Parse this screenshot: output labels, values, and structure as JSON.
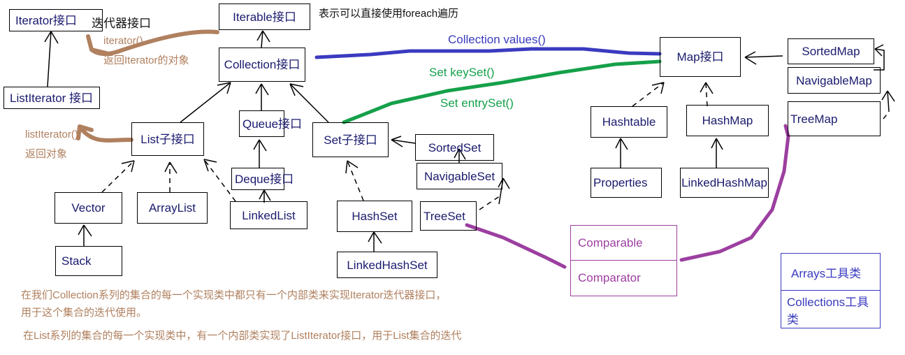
{
  "title": "Java Collections Framework Hierarchy Diagram",
  "boxes": {
    "iterator": "Iterator接口",
    "iterator_suffix": "迭代器接口",
    "listiterator": "ListIterator  接口",
    "iterable": "Iterable接口",
    "collection": "Collection接口",
    "list": "List子接口",
    "queue": "Queue接口",
    "deque": "Deque接口",
    "set": "Set子接口",
    "sortedset": "SortedSet",
    "navigableset": "NavigableSet",
    "vector": "Vector",
    "stack": "Stack",
    "arraylist": "ArrayList",
    "linkedlist": "LinkedList",
    "hashset": "HashSet",
    "linkedhashset": "LinkedHashSet",
    "treeset": "TreeSet",
    "map": "Map接口",
    "sortedmap": "SortedMap",
    "navigablemap": "NavigableMap",
    "treemap": "TreeMap",
    "hashtable": "Hashtable",
    "properties": "Properties",
    "hashmap": "HashMap",
    "linkedhashmap": "LinkedHashMap"
  },
  "util_purple": {
    "comparable": "Comparable",
    "comparator": "Comparator"
  },
  "util_blue": {
    "arrays": "Arrays工具类",
    "collections": "Collections工具类"
  },
  "annotations": {
    "foreach": "表示可以直接使用foreach遍历",
    "iterator_method": "iterator()",
    "iterator_return": "返回Iterator的对象",
    "listiterator_method": "listIterator()",
    "listiterator_return": "返回对象",
    "collection_values": "Collection  values()",
    "set_keyset": "Set  keySet()",
    "set_entryset": "Set  entrySet()",
    "note_line1": "在我们Collection系列的集合的每一个实现类中都只有一个内部类来实现Iterator迭代器接口，",
    "note_line2": "用于这个集合的迭代使用。",
    "note_line3": "在List系列的集合的每一个实现类中，有一个内部类实现了ListIterator接口，用于List集合的迭代"
  },
  "colors": {
    "box_border": "#000000",
    "box_text": "#1a1a6e",
    "brown": "#b0805f",
    "blue": "#3a3ac0",
    "green": "#15a04a",
    "purple": "#9c3fa0"
  }
}
